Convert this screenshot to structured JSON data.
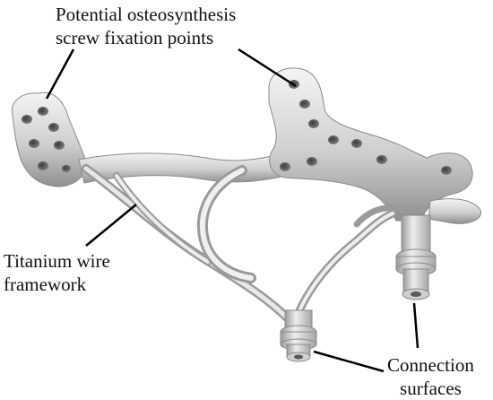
{
  "labels": {
    "screw_points": [
      "Potential osteosynthesis",
      "screw fixation points"
    ],
    "wire_framework": [
      "Titanium wire",
      "framework"
    ],
    "connection_surfaces": [
      "Connection",
      "surfaces"
    ]
  },
  "colors": {
    "background": "#ffffff",
    "metal_light": "#f2f2f2",
    "metal_mid": "#c9c9c9",
    "metal_dark": "#8a8a8a",
    "hole": "#4a4a4a",
    "leader_line": "#000000",
    "text": "#111111"
  }
}
